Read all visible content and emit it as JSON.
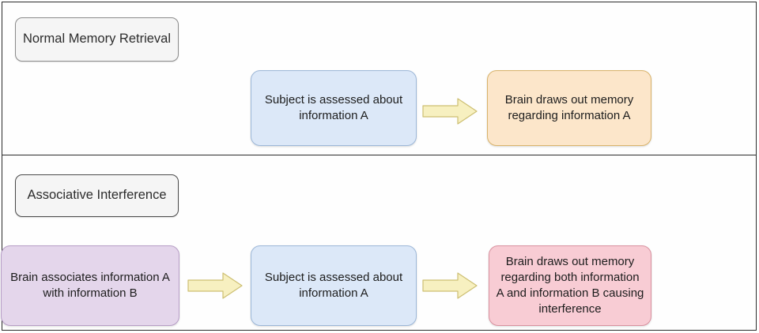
{
  "diagram": {
    "title_visible": false,
    "colors": {
      "blue_fill": "#dce8f8",
      "blue_stroke": "#9cb7d8",
      "orange_fill": "#fce6ca",
      "orange_stroke": "#d9b36a",
      "purple_fill": "#e4d6eb",
      "purple_stroke": "#b79ec6",
      "pink_fill": "#f8ccd4",
      "pink_stroke": "#d9919f",
      "label_fill": "#f5f5f5",
      "label_stroke": "#8b8b8b",
      "arrow_fill": "#f7f0c0",
      "arrow_stroke": "#cdbf72",
      "frame_stroke": "#2b2b2b"
    },
    "panels": [
      {
        "id": "normal-memory-retrieval",
        "label": "Normal Memory Retrieval",
        "nodes": [
          {
            "id": "node-subject-assessed-a",
            "text": "Subject is assessed about information A",
            "color": "blue"
          },
          {
            "id": "node-brain-draws-memory-a",
            "text": "Brain draws out memory regarding information A",
            "color": "orange"
          }
        ],
        "arrows": [
          {
            "id": "arrow-top-1",
            "from": "node-subject-assessed-a",
            "to": "node-brain-draws-memory-a",
            "direction": "right"
          }
        ]
      },
      {
        "id": "associative-interference",
        "label": "Associative Interference",
        "nodes": [
          {
            "id": "node-brain-associates-a-b",
            "text": "Brain associates information A with information B",
            "color": "purple"
          },
          {
            "id": "node-subject-assessed-a-2",
            "text": "Subject is assessed about information A",
            "color": "blue"
          },
          {
            "id": "node-brain-draws-both",
            "text": "Brain draws out memory regarding both information A and information B causing interference",
            "color": "pink"
          }
        ],
        "arrows": [
          {
            "id": "arrow-bottom-1",
            "from": "node-brain-associates-a-b",
            "to": "node-subject-assessed-a-2",
            "direction": "right"
          },
          {
            "id": "arrow-bottom-2",
            "from": "node-subject-assessed-a-2",
            "to": "node-brain-draws-both",
            "direction": "right"
          }
        ]
      }
    ]
  }
}
